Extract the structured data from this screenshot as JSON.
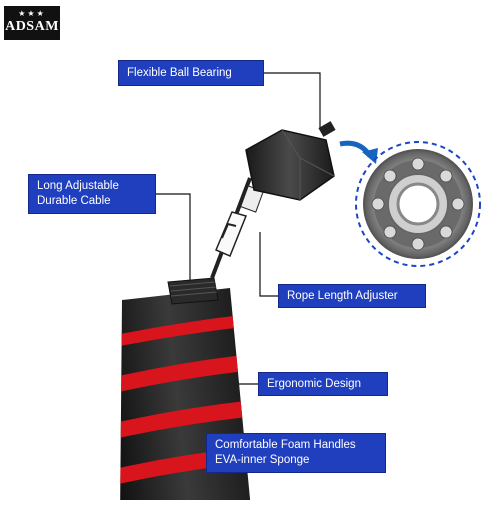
{
  "logo": {
    "stars": "★★★",
    "brand": "ADSAM"
  },
  "callouts": {
    "bearing": "Flexible Ball Bearing",
    "cable": "Long Adjustable\nDurable Cable",
    "adjuster": "Rope Length Adjuster",
    "ergonomic": "Ergonomic Design",
    "foam": "Comfortable Foam Handles\nEVA-inner Sponge"
  },
  "colors": {
    "callout_bg": "#1f3fbf",
    "handle_red": "#d8141c",
    "foam_black": "#222222",
    "arrow_blue": "#1565c0"
  }
}
